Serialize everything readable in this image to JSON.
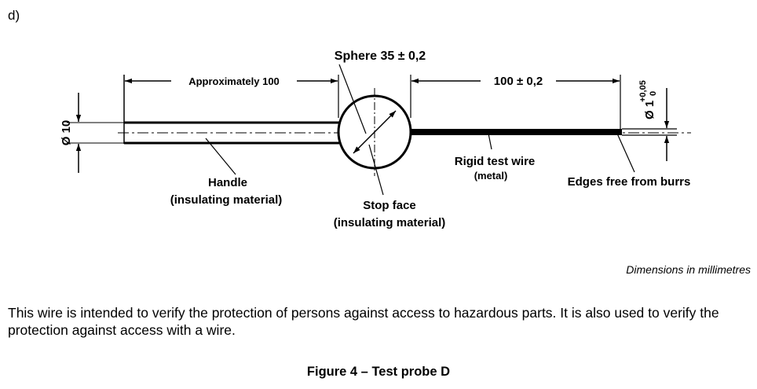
{
  "item_label": "d)",
  "figure": {
    "dim_sphere": "Sphere 35 ± 0,2",
    "dim_handle_length": "Approximately 100",
    "dim_wire_length": "100 ± 0,2",
    "dim_handle_dia": "Ø 10",
    "dim_wire_dia_main": "Ø 1",
    "dim_wire_dia_tol_upper": "+0,05",
    "dim_wire_dia_tol_lower": "0",
    "handle_label_1": "Handle",
    "handle_label_2": "(insulating material)",
    "stop_face_label_1": "Stop face",
    "stop_face_label_2": "(insulating material)",
    "wire_label_1": "Rigid test wire",
    "wire_label_2": "(metal)",
    "edges_label": "Edges free from burrs"
  },
  "units_note": "Dimensions in millimetres",
  "description": "This wire is intended to verify the protection of persons against access to hazardous parts. It is also used to verify the protection against access with a wire.",
  "caption": "Figure 4 – Test probe D"
}
